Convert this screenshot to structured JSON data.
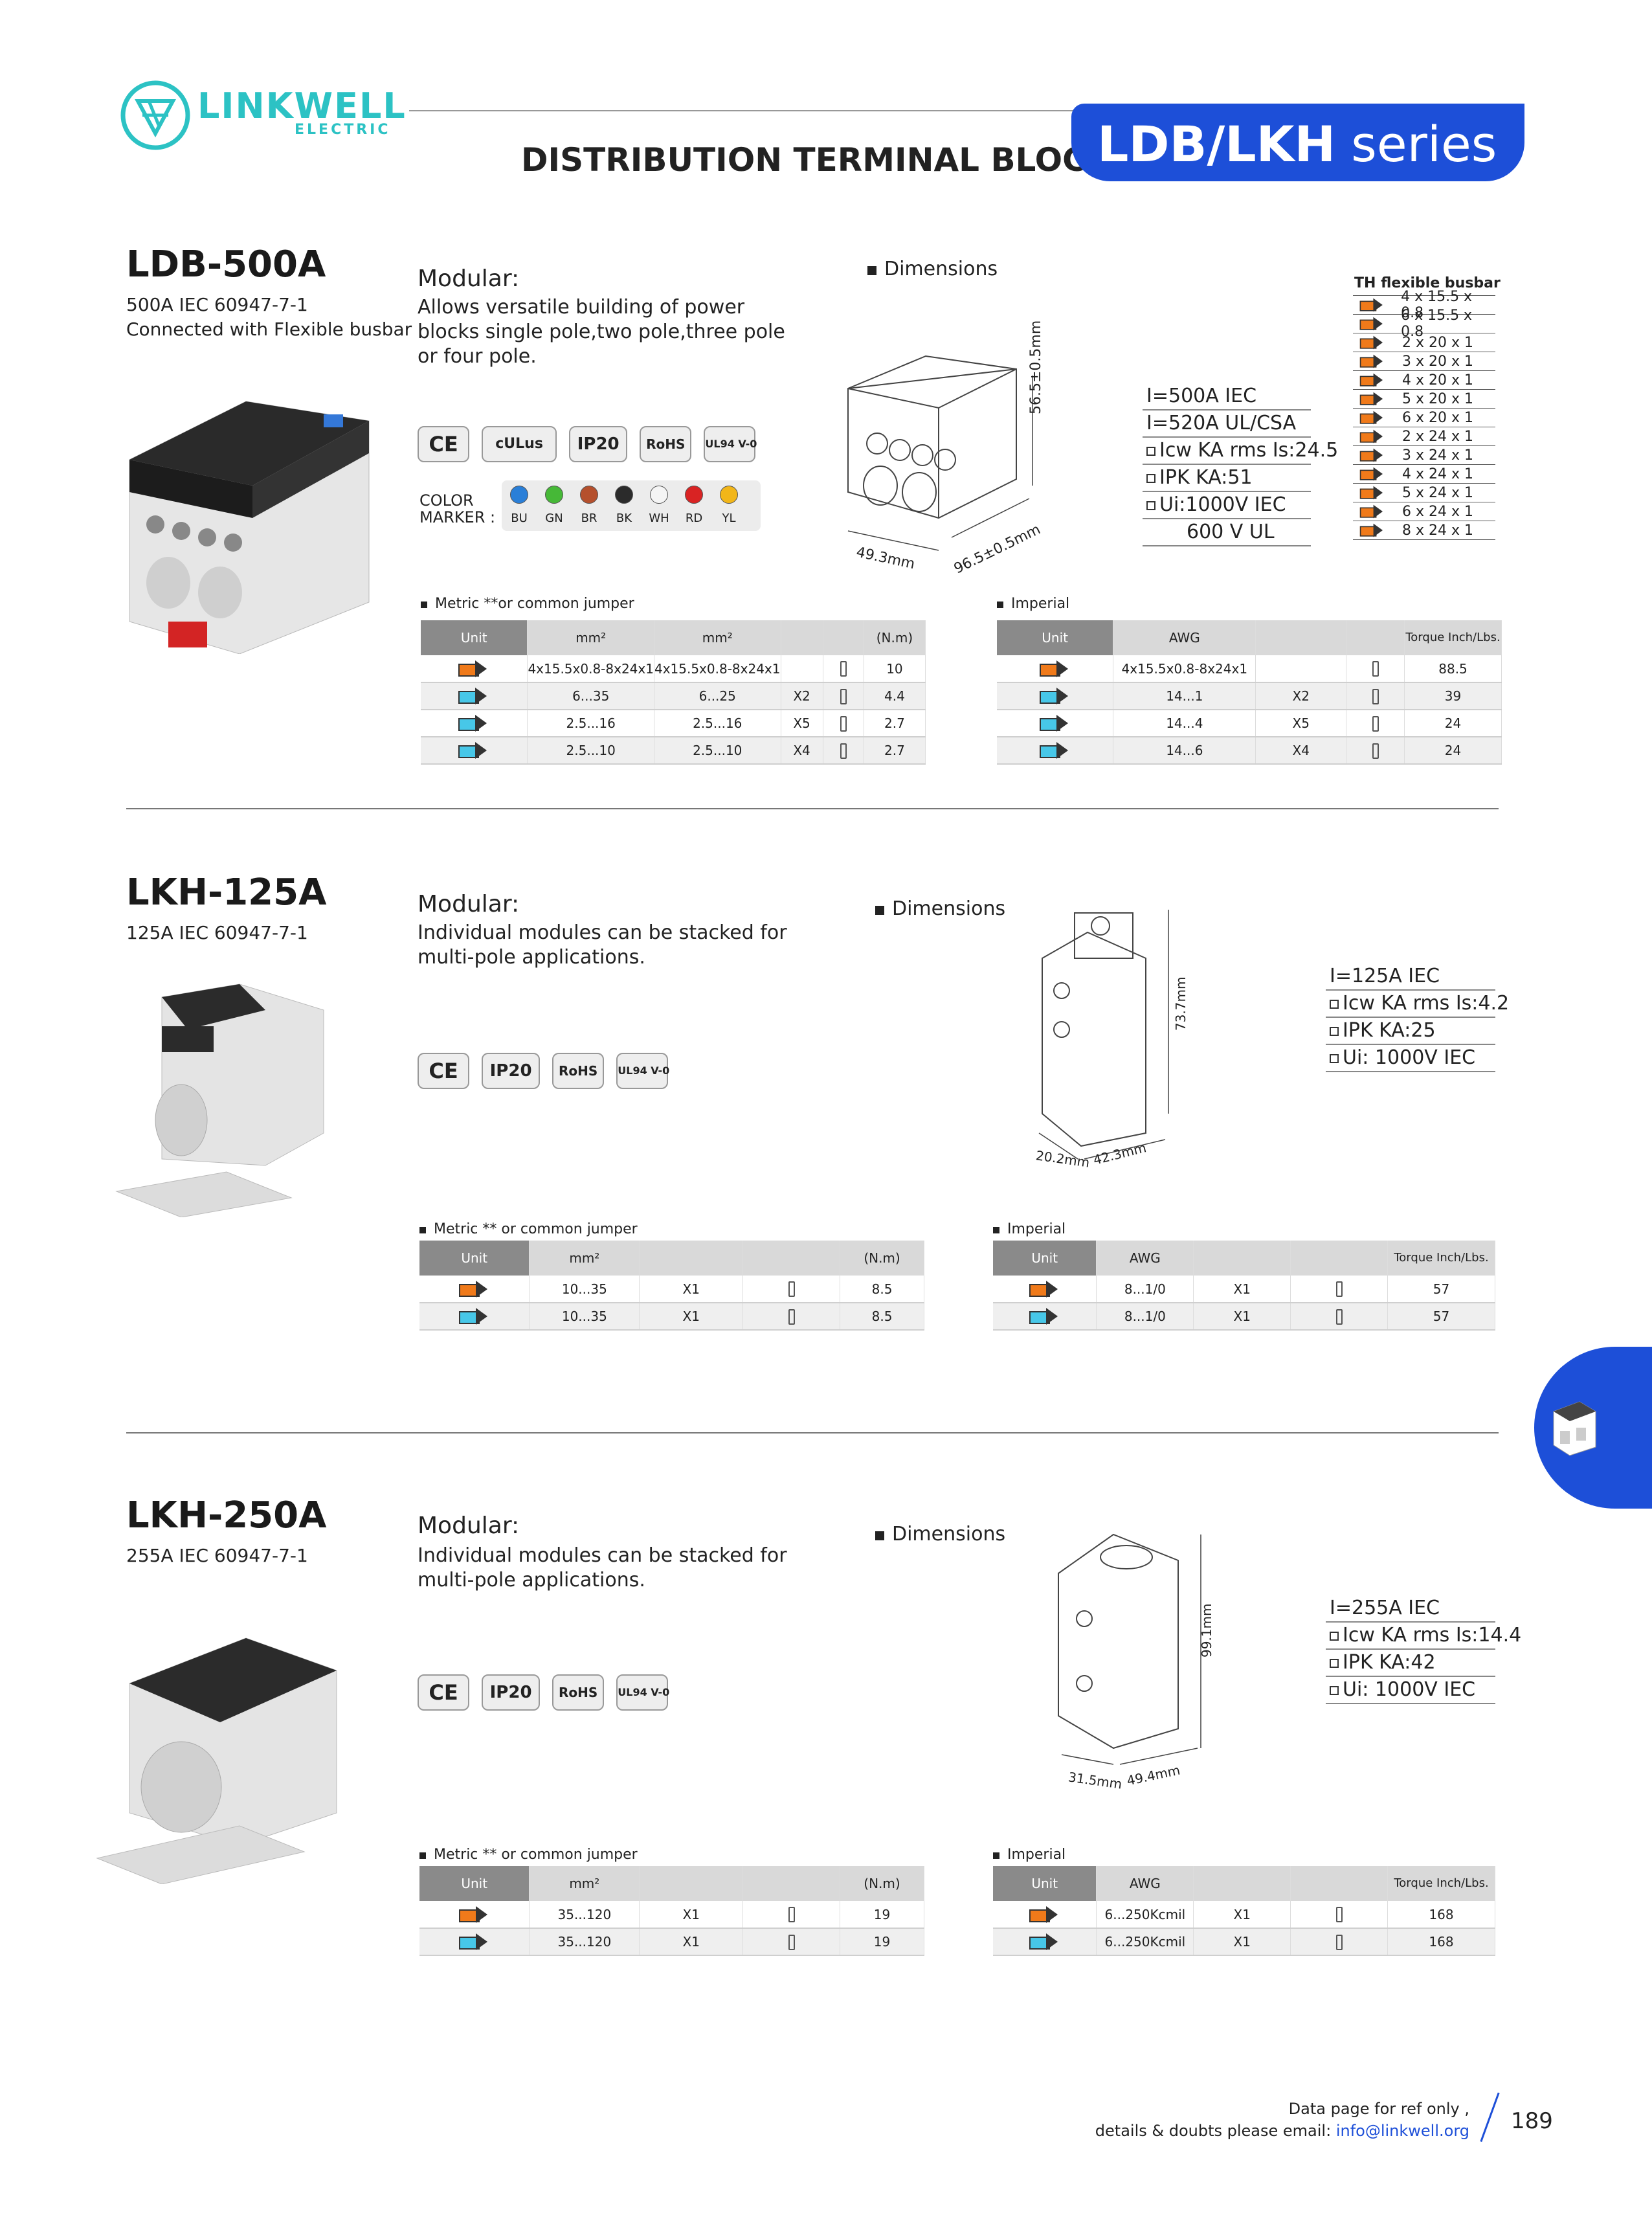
{
  "header": {
    "brand": "LINKWELL",
    "brand_sub": "ELECTRIC",
    "title": "DISTRIBUTION TERMINAL BLOCK",
    "series_bold": "LDB/LKH",
    "series_rest": " series"
  },
  "ldb": {
    "title": "LDB-500A",
    "sub1": "500A  IEC 60947-7-1",
    "sub2": "Connected with Flexible busbar",
    "modular_h": "Modular:",
    "modular_d": "Allows versatile building of power blocks single pole,two pole,three pole or four pole.",
    "dim_h": "Dimensions",
    "dims": {
      "h": "56.5±0.5mm",
      "d": "96.5±0.5mm",
      "w": "49.3mm"
    },
    "certs": [
      "CE",
      "cULus",
      "IP20",
      "RoHS",
      "UL94 V-0"
    ],
    "color_label1": "COLOR",
    "color_label2": "MARKER :",
    "colors": [
      {
        "code": "BU",
        "hex": "#2a7fd8"
      },
      {
        "code": "GN",
        "hex": "#46b837"
      },
      {
        "code": "BR",
        "hex": "#b5502d"
      },
      {
        "code": "BK",
        "hex": "#2b2b2b"
      },
      {
        "code": "WH",
        "hex": "#f5f5f5"
      },
      {
        "code": "RD",
        "hex": "#d92323"
      },
      {
        "code": "YL",
        "hex": "#f2b619"
      }
    ],
    "specs": [
      "I=500A IEC",
      "I=520A UL/CSA",
      "Icw KA rms Is:24.5",
      "IPK KA:51",
      "Ui:1000V IEC",
      "600 V UL"
    ],
    "busbar_title": "TH flexible busbar",
    "busbars": [
      "4 x 15.5 x 0.8",
      "6 x 15.5 x 0.8",
      "2 x 20 x 1",
      "3 x 20 x 1",
      "4 x 20 x 1",
      "5 x 20 x 1",
      "6 x 20 x 1",
      "2 x 24 x 1",
      "3 x 24 x 1",
      "4 x 24 x 1",
      "5 x 24 x 1",
      "6 x 24 x 1",
      "8 x 24 x 1"
    ],
    "metric_h": "Metric **or common jumper",
    "metric_hdr": {
      "unit": "Unit",
      "c1": "mm²",
      "c2": "mm²",
      "c5": "(N.m)"
    },
    "metric_rows": [
      [
        "4x15.5x0.8-8x24x1",
        "4x15.5x0.8-8x24x1",
        "",
        "10"
      ],
      [
        "6...35",
        "6...25",
        "X2",
        "4.4"
      ],
      [
        "2.5...16",
        "2.5...16",
        "X5",
        "2.7"
      ],
      [
        "2.5...10",
        "2.5...10",
        "X4",
        "2.7"
      ]
    ],
    "imperial_h": "Imperial",
    "imperial_hdr": {
      "unit": "Unit",
      "awg": "AWG",
      "torque": "Torque Inch/Lbs."
    },
    "imperial_rows": [
      [
        "4x15.5x0.8-8x24x1",
        "",
        "88.5"
      ],
      [
        "14...1",
        "X2",
        "39"
      ],
      [
        "14...4",
        "X5",
        "24"
      ],
      [
        "14...6",
        "X4",
        "24"
      ]
    ]
  },
  "lkh125": {
    "title": "LKH-125A",
    "sub1": "125A IEC 60947-7-1",
    "modular_h": "Modular:",
    "modular_d": "Individual modules can be stacked for multi-pole applications.",
    "dim_h": "Dimensions",
    "dims": {
      "h": "73.7mm",
      "w1": "20.2mm",
      "w2": "42.3mm"
    },
    "certs": [
      "CE",
      "IP20",
      "RoHS",
      "UL94 V-0"
    ],
    "specs": [
      "I=125A IEC",
      "Icw KA rms Is:4.2",
      "IPK KA:25",
      "Ui: 1000V IEC"
    ],
    "metric_h": "Metric ** or common jumper",
    "metric_hdr": {
      "unit": "Unit",
      "c1": "mm²",
      "c4": "(N.m)"
    },
    "metric_rows": [
      [
        "10...35",
        "X1",
        "8.5"
      ],
      [
        "10...35",
        "X1",
        "8.5"
      ]
    ],
    "imperial_h": "Imperial",
    "imperial_hdr": {
      "unit": "Unit",
      "awg": "AWG",
      "torque": "Torque Inch/Lbs."
    },
    "imperial_rows": [
      [
        "8...1/0",
        "X1",
        "57"
      ],
      [
        "8...1/0",
        "X1",
        "57"
      ]
    ]
  },
  "lkh250": {
    "title": "LKH-250A",
    "sub1": "255A IEC 60947-7-1",
    "modular_h": "Modular:",
    "modular_d": "Individual modules can be stacked for multi-pole applications.",
    "dim_h": "Dimensions",
    "dims": {
      "h": "99.1mm",
      "w1": "31.5mm",
      "w2": "49.4mm"
    },
    "certs": [
      "CE",
      "IP20",
      "RoHS",
      "UL94 V-0"
    ],
    "specs": [
      "I=255A IEC",
      "Icw KA rms Is:14.4",
      "IPK KA:42",
      "Ui: 1000V IEC"
    ],
    "metric_h": "Metric ** or common jumper",
    "metric_hdr": {
      "unit": "Unit",
      "c1": "mm²",
      "c4": "(N.m)"
    },
    "metric_rows": [
      [
        "35...120",
        "X1",
        "19"
      ],
      [
        "35...120",
        "X1",
        "19"
      ]
    ],
    "imperial_h": "Imperial",
    "imperial_hdr": {
      "unit": "Unit",
      "awg": "AWG",
      "torque": "Torque Inch/Lbs."
    },
    "imperial_rows": [
      [
        "6...250Kcmil",
        "X1",
        "168"
      ],
      [
        "6...250Kcmil",
        "X1",
        "168"
      ]
    ]
  },
  "footer": {
    "line1": "Data page for ref only ,",
    "line2": "details & doubts please email: ",
    "email": "info@linkwell.org",
    "page": "189"
  }
}
